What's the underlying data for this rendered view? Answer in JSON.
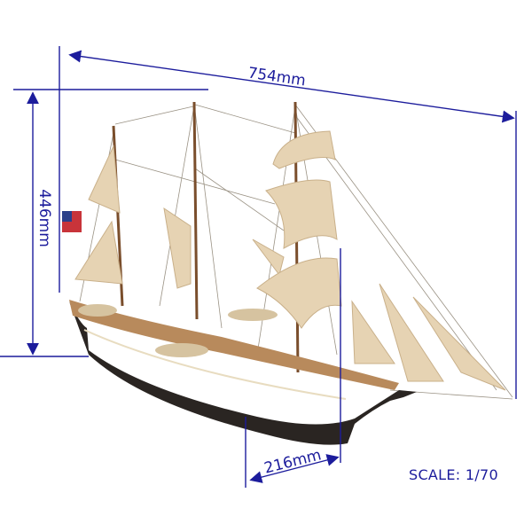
{
  "dimensions": {
    "length": "754mm",
    "height": "446mm",
    "beam": "216mm"
  },
  "scale_label": "SCALE: 1/70",
  "colors": {
    "annotation": "#1c1c9c",
    "hull": "#2a2522",
    "sail": "#e6d3b3",
    "wood": "#8a5a34"
  }
}
